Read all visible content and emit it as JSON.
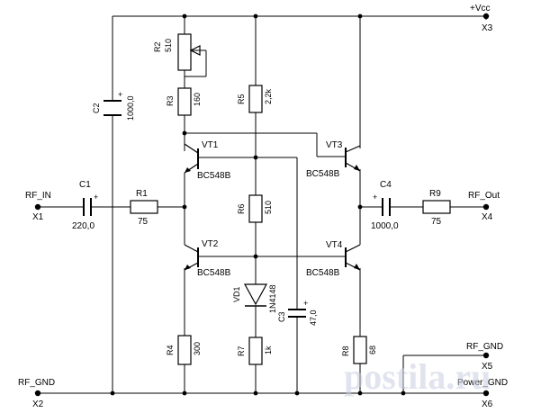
{
  "terminals": {
    "vcc": {
      "name": "+Vcc",
      "id": "X3"
    },
    "rf_in": {
      "name": "RF_IN",
      "id": "X1"
    },
    "rf_gnd": {
      "name": "RF_GND",
      "id": "X2"
    },
    "rf_out": {
      "name": "RF_Out",
      "id": "X4"
    },
    "rf_gnd_right": {
      "name": "RF_GND",
      "id": "X5"
    },
    "power_gnd": {
      "name": "Power_GND",
      "id": "X6"
    }
  },
  "components": {
    "r1": {
      "ref": "R1",
      "value": "75"
    },
    "r2": {
      "ref": "R2",
      "value": "510"
    },
    "r3": {
      "ref": "R3",
      "value": "160"
    },
    "r4": {
      "ref": "R4",
      "value": "300"
    },
    "r5": {
      "ref": "R5",
      "value": "2,2k"
    },
    "r6": {
      "ref": "R6",
      "value": "510"
    },
    "r7": {
      "ref": "R7",
      "value": "1k"
    },
    "r8": {
      "ref": "R8",
      "value": "68"
    },
    "r9": {
      "ref": "R9",
      "value": "75"
    },
    "c1": {
      "ref": "C1",
      "value": "220,0",
      "polarity": "+"
    },
    "c2": {
      "ref": "C2",
      "value": "1000,0",
      "polarity": "+"
    },
    "c3": {
      "ref": "C3",
      "value": "47,0",
      "polarity": "+"
    },
    "c4": {
      "ref": "C4",
      "value": "1000,0",
      "polarity": "+"
    },
    "vt1": {
      "ref": "VT1",
      "value": "BC548B"
    },
    "vt2": {
      "ref": "VT2",
      "value": "BC548B"
    },
    "vt3": {
      "ref": "VT3",
      "value": "BC548B"
    },
    "vt4": {
      "ref": "VT4",
      "value": "BC548B"
    },
    "vd1": {
      "ref": "VD1",
      "value": "1N4148"
    }
  },
  "watermark": "postila.ru"
}
